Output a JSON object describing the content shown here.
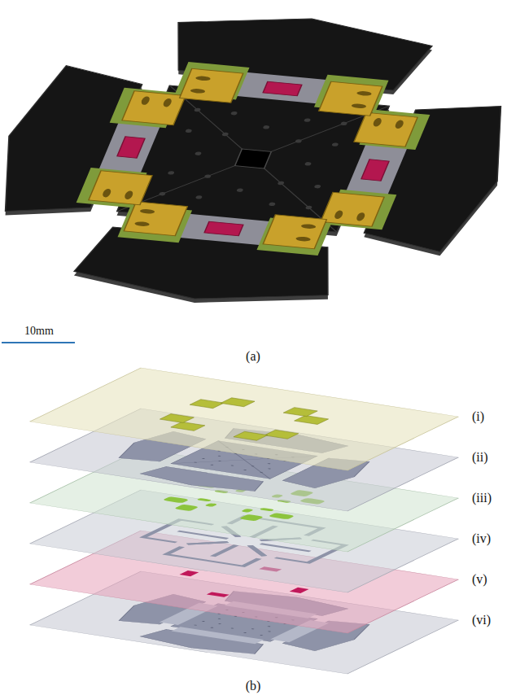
{
  "diagram": {
    "labels": [
      "10mm",
      "(a)",
      "(i)",
      "(ii)",
      "(iii)",
      "(iv)",
      "(v)",
      "(vi)",
      "(b)"
    ]
  }
}
